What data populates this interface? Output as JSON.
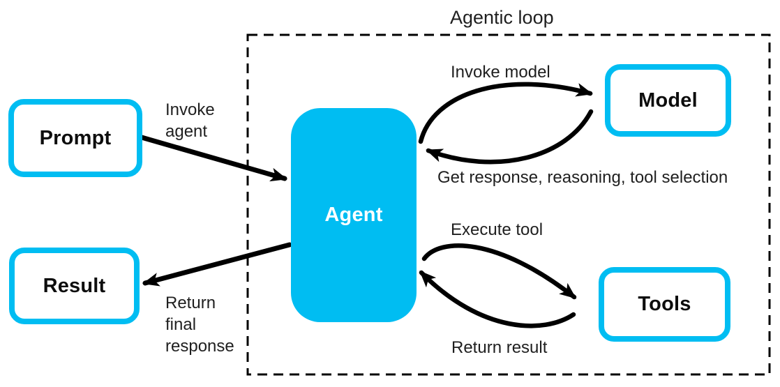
{
  "colors": {
    "accent": "#00BDF2",
    "arrow": "#000000",
    "text": "#1f1f1f",
    "node_label": "#0d0d0d"
  },
  "frame": {
    "title": "Agentic loop"
  },
  "nodes": {
    "prompt": {
      "label": "Prompt"
    },
    "result": {
      "label": "Result"
    },
    "agent": {
      "label": "Agent"
    },
    "model": {
      "label": "Model"
    },
    "tools": {
      "label": "Tools"
    }
  },
  "edges": {
    "invoke_agent": {
      "label": "Invoke\nagent"
    },
    "return_final_response": {
      "label": "Return\nfinal\nresponse"
    },
    "invoke_model": {
      "label": "Invoke model"
    },
    "get_response": {
      "label": "Get response, reasoning, tool selection"
    },
    "execute_tool": {
      "label": "Execute tool"
    },
    "return_result": {
      "label": "Return result"
    }
  }
}
